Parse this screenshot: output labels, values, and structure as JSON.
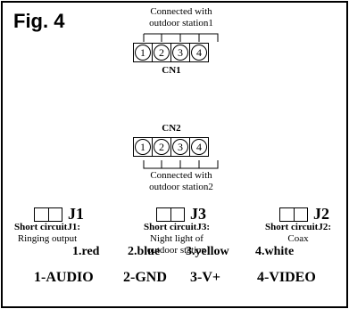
{
  "figure_label": "Fig. 4",
  "cn1": {
    "caption_line1": "Connected with",
    "caption_line2": "outdoor station1",
    "name": "CN1",
    "pins": [
      "1",
      "2",
      "3",
      "4"
    ]
  },
  "cn2": {
    "name": "CN2",
    "pins": [
      "1",
      "2",
      "3",
      "4"
    ],
    "caption_line1": "Connected with",
    "caption_line2": "outdoor station2"
  },
  "jumpers": [
    {
      "name": "J1",
      "title": "Short circuitJ1:",
      "desc": "Ringing output",
      "desc2": ""
    },
    {
      "name": "J3",
      "title": "Short circuitJ3:",
      "desc": "Night light of",
      "desc2": "outdoor station"
    },
    {
      "name": "J2",
      "title": "Short circuitJ2:",
      "desc": "Coax",
      "desc2": ""
    }
  ],
  "wire_colors": [
    "1.red",
    "2.blue",
    "3.yellow",
    "4.white"
  ],
  "signals": [
    "1-AUDIO",
    "2-GND",
    "3-V+",
    "4-VIDEO"
  ]
}
